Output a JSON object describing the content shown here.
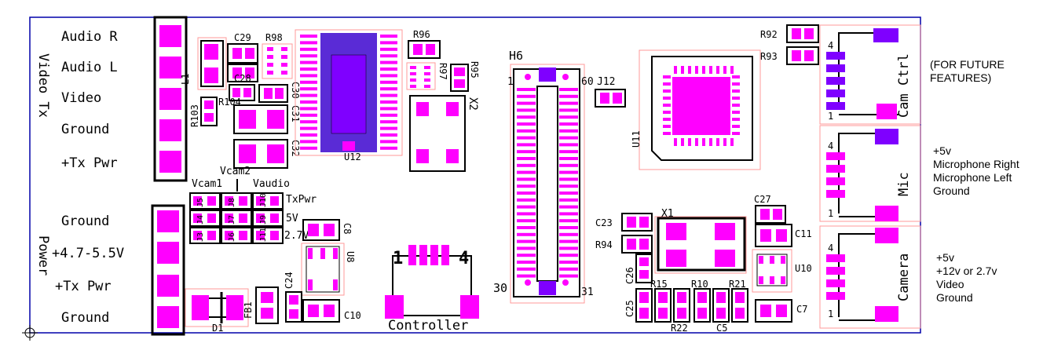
{
  "colors": {
    "pad": "#ff00ff",
    "via": "#7f00ff",
    "silk": "#000000",
    "outline": "#ff9999",
    "board": "#0000aa",
    "chip": "#5a2bd6"
  },
  "video_tx": {
    "title": "Video Tx",
    "pins": [
      "Audio R",
      "Audio L",
      "Video",
      "Ground",
      "+Tx Pwr"
    ]
  },
  "power": {
    "title": "Power",
    "pins": [
      "Ground",
      "+4.7-5.5V",
      "+Tx Pwr",
      "Ground"
    ]
  },
  "rails": {
    "vcam1": "Vcam1",
    "vcam2": "Vcam2",
    "vaudio": "Vaudio",
    "txpwr": "TxPwr",
    "v5": "5V",
    "v27": "2.7V"
  },
  "jumpers": [
    "J5",
    "J8",
    "J10",
    "J4",
    "J7",
    "J9",
    "J3",
    "J6",
    "J11"
  ],
  "parts": {
    "c29": "C29",
    "r98": "R98",
    "c28": "C28",
    "l1": "L1",
    "r103": "R103",
    "r104": "R104",
    "c30": "C30",
    "c31": "C31",
    "c32": "C32",
    "u12": "U12",
    "r96": "R96",
    "r97": "R97",
    "r95": "R95",
    "x2": "X2",
    "h6": "H6",
    "h6_p1": "1",
    "h6_p60": "60",
    "h6_p30": "30",
    "h6_p31": "31",
    "j12": "J12",
    "r92": "R92",
    "r93": "R93",
    "u11": "U11",
    "c27": "C27",
    "c23": "C23",
    "x1": "X1",
    "r94": "R94",
    "c11": "C11",
    "c26": "C26",
    "u10": "U10",
    "r15": "R15",
    "r10": "R10",
    "r21": "R21",
    "c25": "C25",
    "r22": "R22",
    "c5": "C5",
    "c7": "C7",
    "c8": "C8",
    "u8": "U8",
    "c24": "C24",
    "c10": "C10",
    "d1": "D1",
    "fb1": "FB1"
  },
  "controller": {
    "title": "Controller",
    "pin_first": "1",
    "pin_last": "4"
  },
  "connectors": {
    "cam_ctrl": {
      "title": "Cam Ctrl",
      "pin_top": "4",
      "pin_bottom": "1"
    },
    "mic": {
      "title": "Mic",
      "pin_top": "4",
      "pin_bottom": "1"
    },
    "camera": {
      "title": "Camera",
      "pin_top": "4",
      "pin_bottom": "1"
    }
  },
  "notes": {
    "cam_ctrl": [
      "(FOR FUTURE",
      "FEATURES)"
    ],
    "mic": [
      "+5v",
      "Microphone Right",
      "Microphone Left",
      "Ground"
    ],
    "camera": [
      "+5v",
      "+12v or 2.7v",
      "Video",
      "Ground"
    ]
  }
}
